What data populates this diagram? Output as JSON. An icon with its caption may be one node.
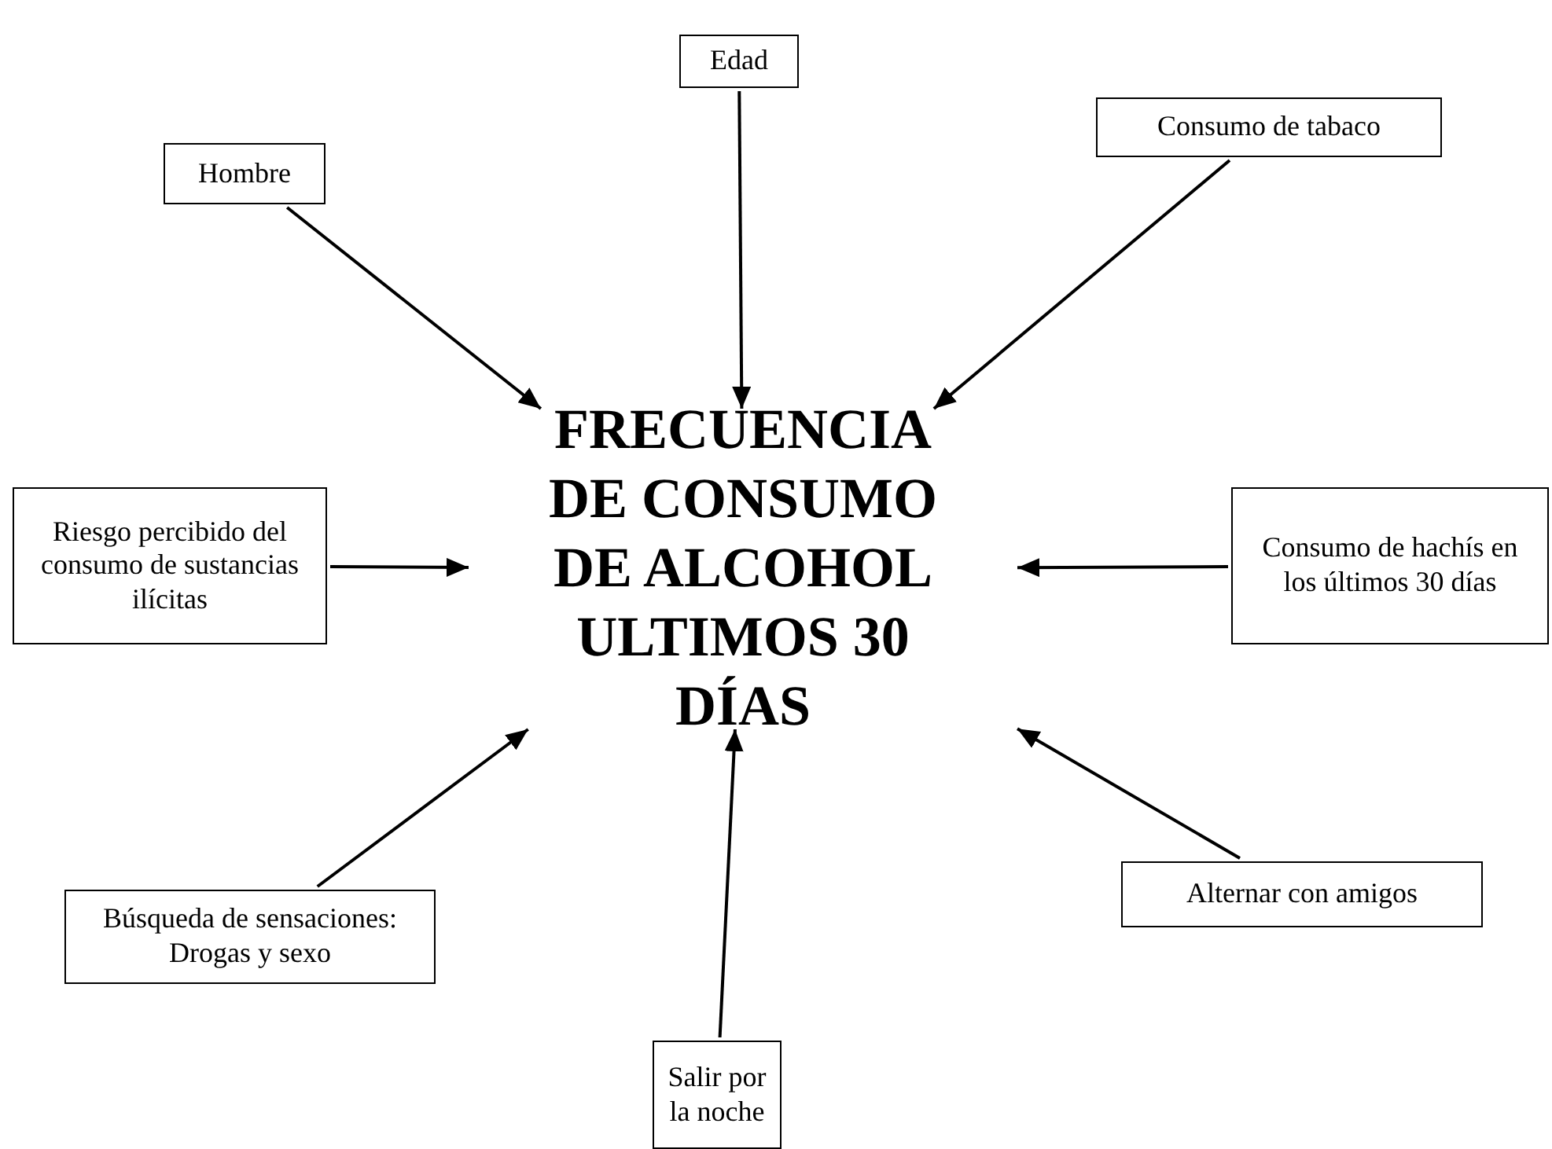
{
  "diagram": {
    "nodes": [
      {
        "text": [
          "Edad"
        ]
      },
      {
        "text": [
          "Consumo de tabaco"
        ]
      },
      {
        "text": [
          "Hombre"
        ]
      },
      {
        "text": [
          "FRECUENCIA DE CONSUMO DE ALCOHOL ULTIMOS 30 DÍAS"
        ]
      },
      {
        "text": [
          "Riesgo percibido del consumo de sustancias ilícitas"
        ]
      },
      {
        "text": [
          "Consumo de hachís en los últimos 30 días"
        ]
      },
      {
        "text": [
          "Búsqueda de sensaciones: Drogas y sexo"
        ]
      },
      {
        "text": [
          "Alternar con amigos"
        ]
      },
      {
        "text": [
          "Salir por la noche"
        ]
      }
    ],
    "edges": [
      {
        "from": 0,
        "to": 3,
        "arrow": "to"
      },
      {
        "from": 1,
        "to": 3,
        "arrow": "to"
      },
      {
        "from": 2,
        "to": 3,
        "arrow": "to"
      },
      {
        "from": 4,
        "to": 3,
        "arrow": "to"
      },
      {
        "from": 5,
        "to": 3,
        "arrow": "to"
      },
      {
        "from": 6,
        "to": 3,
        "arrow": "to"
      },
      {
        "from": 7,
        "to": 3,
        "arrow": "to"
      },
      {
        "from": 8,
        "to": 3,
        "arrow": "to"
      }
    ]
  }
}
